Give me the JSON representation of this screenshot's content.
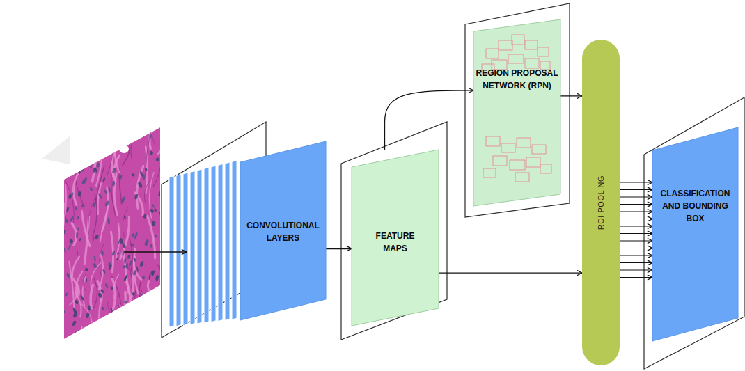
{
  "diagram": {
    "nodes": [
      {
        "text": [
          "CONVOLUTIONAL LAYERS"
        ]
      },
      {
        "text": [
          "FEATURE MAPS"
        ]
      },
      {
        "text": [
          "REGION PROPOSAL NETWORK (RPN)"
        ]
      },
      {
        "text": [
          "ROI POOLING"
        ]
      },
      {
        "text": [
          "CLASSIFICATION AND BOUNDING BOX"
        ]
      }
    ],
    "edges": [
      {
        "from": 0,
        "to": 1,
        "arrow": "to"
      },
      {
        "from": 1,
        "to": 2,
        "arrow": "to"
      },
      {
        "from": 2,
        "to": 3,
        "arrow": "to"
      },
      {
        "from": 1,
        "to": 3,
        "arrow": "to"
      },
      {
        "from": 3,
        "to": 4,
        "arrow": "to"
      }
    ]
  }
}
